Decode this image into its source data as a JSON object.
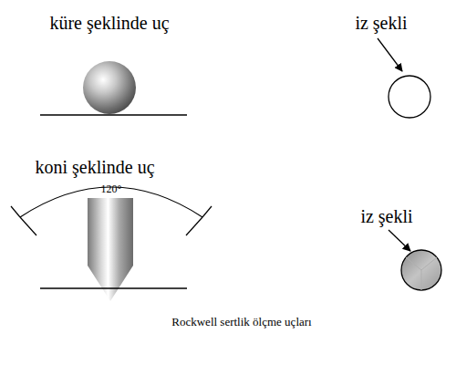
{
  "diagram": {
    "caption": "Rockwell sertlik ölçme uçları",
    "labels": [
      "küre şeklinde uç",
      "koni şeklinde uç",
      "120°",
      "iz şekli",
      "iz şekli"
    ]
  }
}
